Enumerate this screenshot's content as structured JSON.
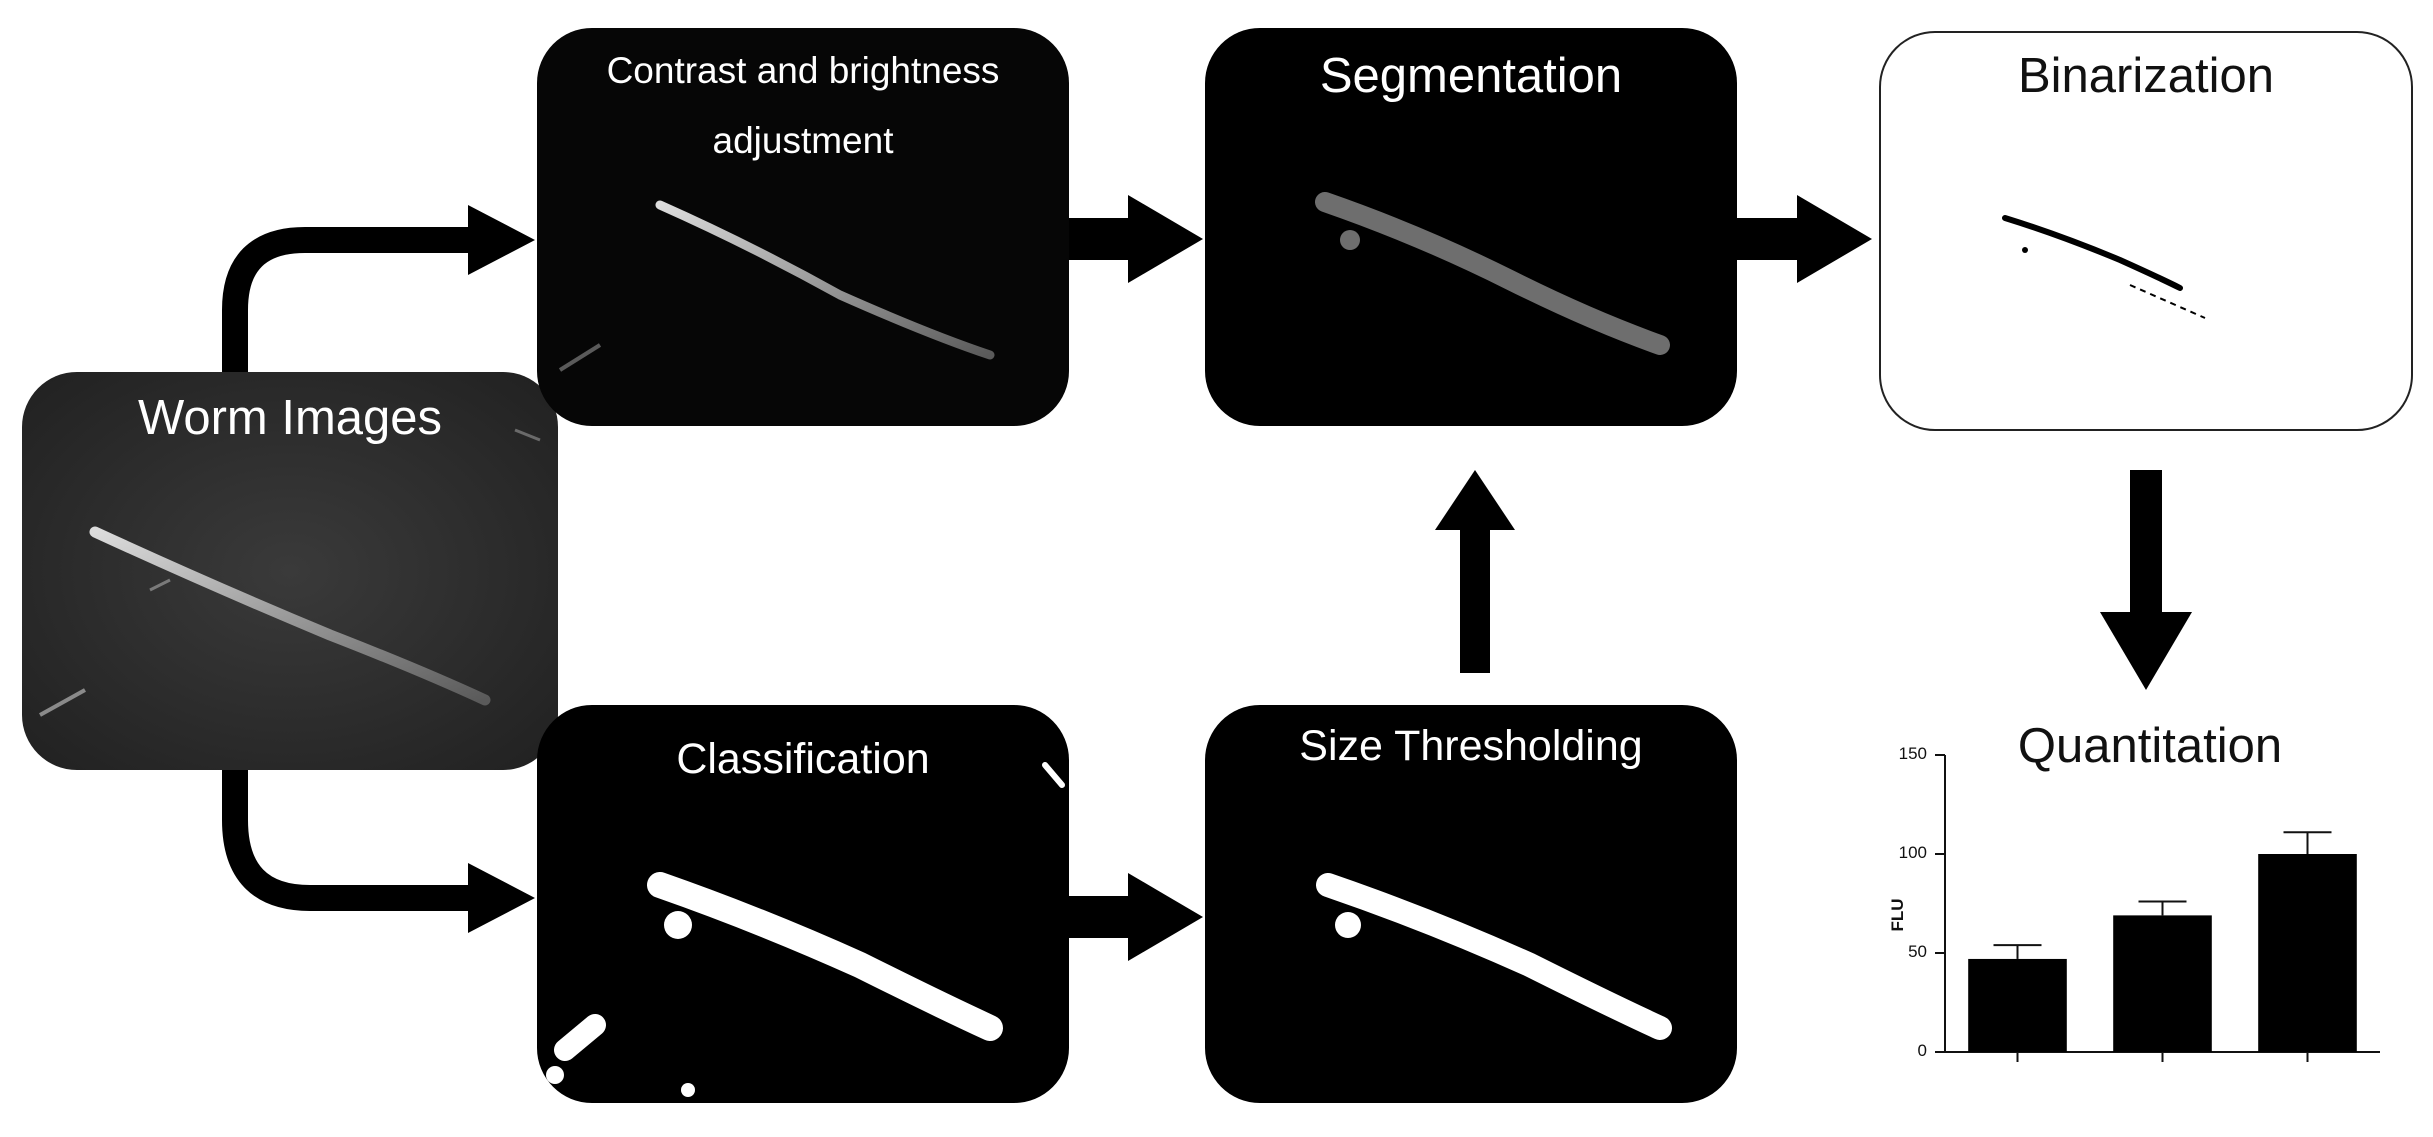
{
  "panels": {
    "worm_images": {
      "title": "Worm Images"
    },
    "contrast": {
      "title_line1": "Contrast and brightness",
      "title_line2": "adjustment"
    },
    "segmentation": {
      "title": "Segmentation"
    },
    "binarization": {
      "title": "Binarization"
    },
    "classification": {
      "title": "Classification"
    },
    "size_thresholding": {
      "title": "Size Thresholding"
    },
    "quantitation": {
      "title": "Quantitation"
    }
  },
  "colors": {
    "panel_dark": "#000000",
    "panel_photo": "#2b2b2b",
    "worm_gray": "#6e6e6e",
    "mask_white": "#ffffff",
    "arrow": "#000000"
  },
  "chart_data": {
    "type": "bar",
    "categories": [
      "",
      "",
      ""
    ],
    "series": [
      {
        "values": [
          47,
          69,
          100
        ],
        "errors": [
          7,
          7,
          11
        ]
      }
    ],
    "ylabel": "FLU",
    "ylim": [
      0,
      150
    ],
    "yticks": [
      0,
      50,
      100,
      150
    ],
    "grid": false
  }
}
